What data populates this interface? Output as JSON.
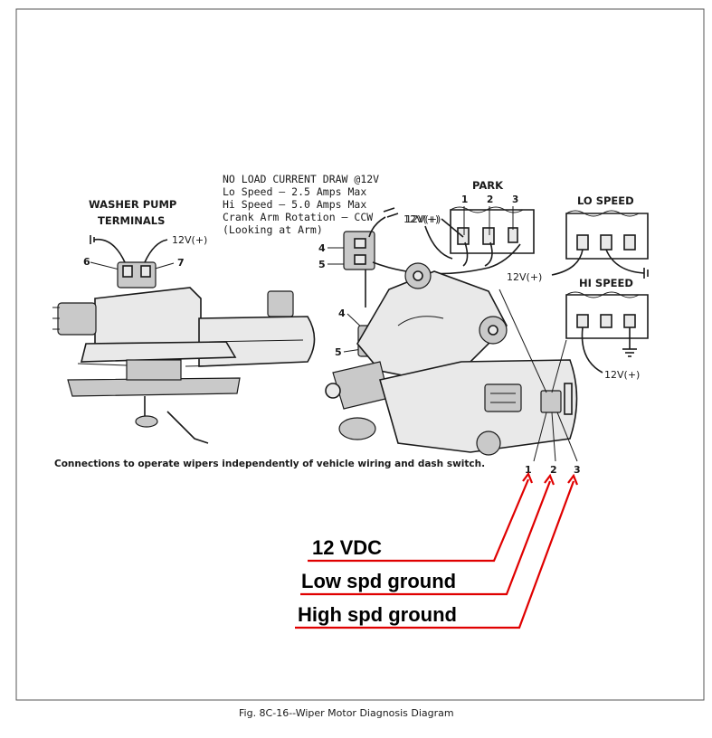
{
  "figure": {
    "caption": "Fig. 8C-16--Wiper Motor Diagnosis Diagram",
    "footnote": "Connections to operate wipers independently of vehicle wiring and dash switch."
  },
  "spec": {
    "title": "NO LOAD CURRENT DRAW @12V",
    "lines": [
      "Lo Speed — 2.5 Amps Max",
      "Hi Speed — 5.0 Amps Max",
      "Crank Arm Rotation — CCW",
      "(Looking at Arm)"
    ]
  },
  "washer_pump": {
    "title_line1": "WASHER PUMP",
    "title_line2": "TERMINALS",
    "voltage": "12V(+)",
    "terminal_6": "6",
    "terminal_7": "7"
  },
  "motor": {
    "voltage": "12V(+)",
    "terminal_4": "4",
    "terminal_5": "5",
    "side_terminal_4": "4",
    "side_terminal_5": "5"
  },
  "park": {
    "title": "PARK",
    "pins": [
      "1",
      "2",
      "3"
    ],
    "voltage": "12V(+)"
  },
  "lo_speed": {
    "title": "LO SPEED",
    "voltage": "12V(+)"
  },
  "hi_speed": {
    "title": "HI SPEED",
    "voltage": "12V(+)"
  },
  "connector_pins": [
    "1",
    "2",
    "3"
  ],
  "annotations": [
    "12 VDC",
    "Low spd ground",
    "High spd ground"
  ],
  "colors": {
    "annotation_arrow": "#e00000",
    "ink": "#1a1a1a"
  }
}
